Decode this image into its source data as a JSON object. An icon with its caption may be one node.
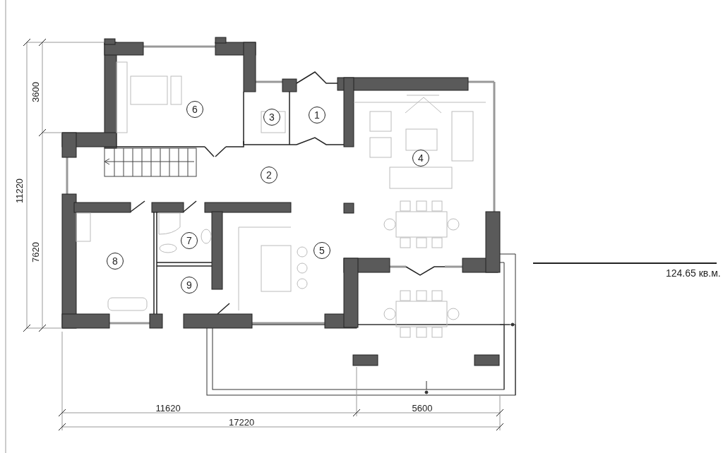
{
  "diagram": {
    "labels": [
      "6",
      "3",
      "1",
      "4",
      "2",
      "7",
      "5",
      "8",
      "9",
      "3600",
      "11220",
      "7620",
      "124.65 кв.м.",
      "11620",
      "5600",
      "17220"
    ]
  }
}
